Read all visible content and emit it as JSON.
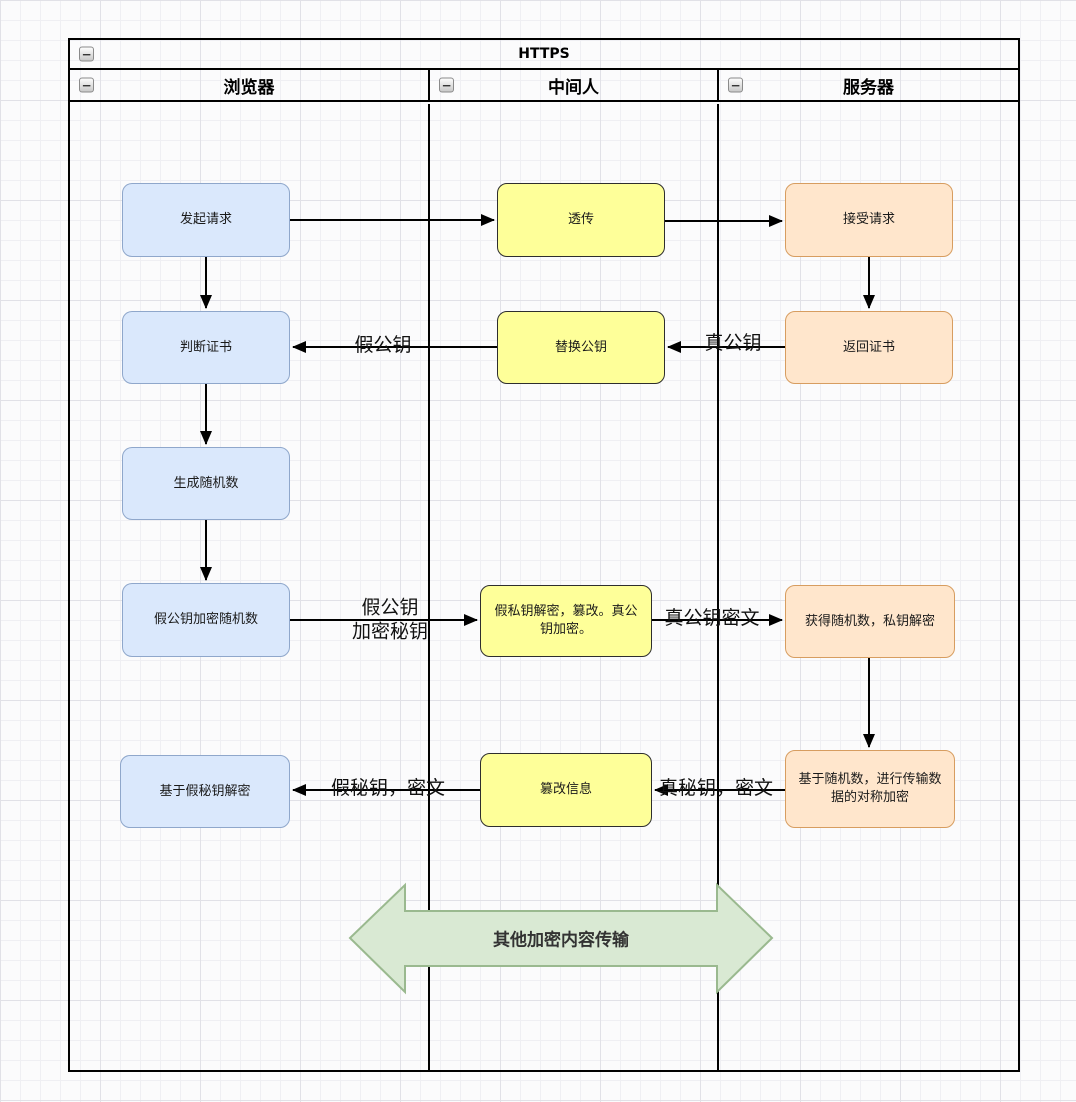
{
  "pool": {
    "title": "HTTPS"
  },
  "icons": {
    "collapse": "−"
  },
  "lanes": [
    {
      "label": "浏览器"
    },
    {
      "label": "中间人"
    },
    {
      "label": "服务器"
    }
  ],
  "nodes": {
    "initiate_request": {
      "label": "发起请求"
    },
    "judge_certificate": {
      "label": "判断证书"
    },
    "generate_random": {
      "label": "生成随机数"
    },
    "fake_key_encrypt_random": {
      "label": "假公钥加密随机数"
    },
    "decrypt_with_fake_secret": {
      "label": "基于假秘钥解密"
    },
    "passthrough": {
      "label": "透传"
    },
    "replace_public_key": {
      "label": "替换公钥"
    },
    "fake_private_decrypt": {
      "label": "假私钥解密，篡改。真公钥加密。"
    },
    "tamper_message": {
      "label": "篡改信息"
    },
    "accept_request": {
      "label": "接受请求"
    },
    "return_certificate": {
      "label": "返回证书"
    },
    "get_random_private_decrypt": {
      "label": "获得随机数，私钥解密"
    },
    "symmetric_encrypt": {
      "label": "基于随机数，进行传输数据的对称加密"
    }
  },
  "edge_labels": {
    "fake_public_key": "假公钥",
    "real_public_key": "真公钥",
    "fake_key_encrypt_secret_line1": "假公钥",
    "fake_key_encrypt_secret_line2": "加密秘钥",
    "real_key_ciphertext": "真公钥密文",
    "fake_secret_ciphertext": "假秘钥，密文",
    "real_secret_ciphertext": "真秘钥，密文"
  },
  "banner": {
    "label": "其他加密内容传输"
  },
  "colors": {
    "browser-fill": "#dae8fc",
    "browser-border": "#8fa7cb",
    "mitm-fill": "#feff99",
    "mitm-border": "#2e2e2e",
    "server-fill": "#ffe6cc",
    "server-border": "#d79d60",
    "banner-fill": "#d9e9d3",
    "banner-border": "#9ab98f",
    "line": "#000000"
  }
}
